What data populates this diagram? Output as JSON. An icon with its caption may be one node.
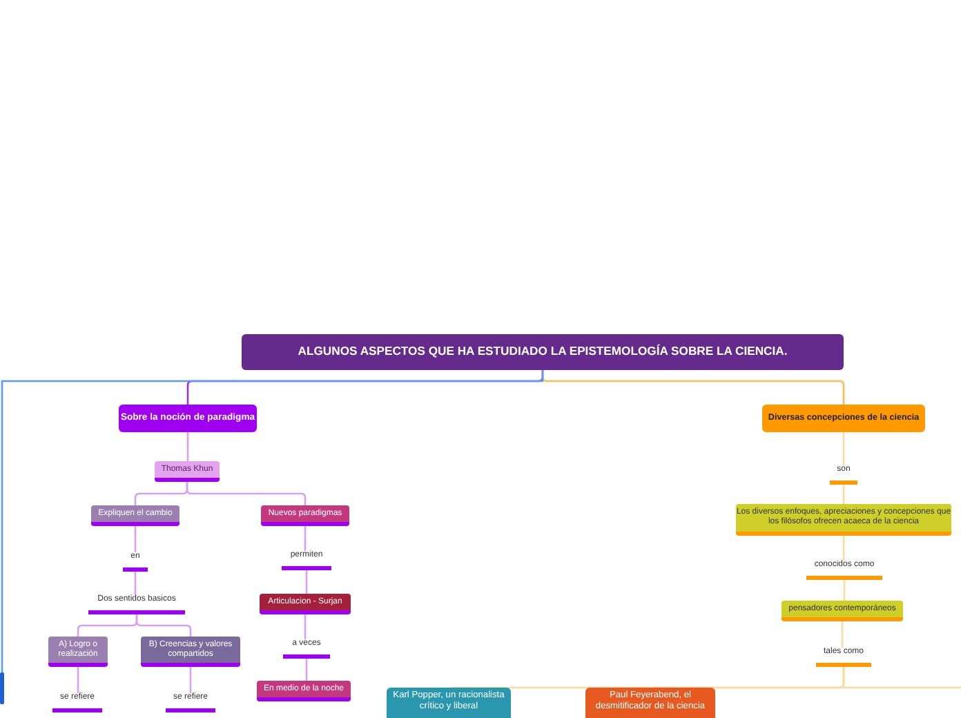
{
  "diagram": {
    "nodes": [
      {
        "text": [
          "ALGUNOS ASPECTOS QUE HA ESTUDIADO LA EPISTEMOLOGÍA SOBRE LA CIENCIA."
        ]
      },
      {
        "text": [
          "Sobre la noción de paradigma"
        ]
      },
      {
        "text": [
          "Diversas concepciones de la ciencia"
        ]
      },
      {
        "text": [
          "Thomas Khun"
        ]
      },
      {
        "text": [
          "Expliquen el cambio"
        ]
      },
      {
        "text": [
          "Nuevos paradigmas"
        ]
      },
      {
        "text": [
          "en"
        ]
      },
      {
        "text": [
          "permiten"
        ]
      },
      {
        "text": [
          "Dos sentidos basicos"
        ]
      },
      {
        "text": [
          "Articulacion - Surjan"
        ]
      },
      {
        "text": [
          "A) Logro o realización"
        ]
      },
      {
        "text": [
          "B) Creencias y valores compartidos"
        ]
      },
      {
        "text": [
          "a veces"
        ]
      },
      {
        "text": [
          "se refiere"
        ]
      },
      {
        "text": [
          "se refiere"
        ]
      },
      {
        "text": [
          "En medio de la noche"
        ]
      },
      {
        "text": [
          "son"
        ]
      },
      {
        "text": [
          "Los diversos enfoques, apreciaciones y concepciones que los filósofos ofrecen acaeca de la ciencia"
        ]
      },
      {
        "text": [
          "conocidos como"
        ]
      },
      {
        "text": [
          "pensadores contemporáneos"
        ]
      },
      {
        "text": [
          "tales como"
        ]
      },
      {
        "text": [
          "Karl Popper, un racionalista crítico y liberal"
        ]
      },
      {
        "text": [
          "Paul Feyerabend, el desmitificador de la ciencia"
        ]
      },
      {
        "text": [],
        "shape": "box"
      }
    ],
    "edges": [
      {
        "from": 0,
        "to": 1,
        "arrow": "none",
        "color": "#9b30f5"
      },
      {
        "from": 0,
        "to": 2,
        "arrow": "none",
        "color": "#ffbb55"
      },
      {
        "from": 0,
        "to": 23,
        "arrow": "none",
        "color": "#5b9bf5"
      },
      {
        "from": 1,
        "to": 3,
        "arrow": "none"
      },
      {
        "from": 3,
        "to": 4,
        "arrow": "none"
      },
      {
        "from": 3,
        "to": 5,
        "arrow": "none"
      },
      {
        "from": 4,
        "to": 6,
        "arrow": "none"
      },
      {
        "from": 5,
        "to": 7,
        "arrow": "none"
      },
      {
        "from": 6,
        "to": 8,
        "arrow": "none"
      },
      {
        "from": 7,
        "to": 9,
        "arrow": "none"
      },
      {
        "from": 8,
        "to": 10,
        "arrow": "none"
      },
      {
        "from": 8,
        "to": 11,
        "arrow": "none"
      },
      {
        "from": 9,
        "to": 12,
        "arrow": "none"
      },
      {
        "from": 10,
        "to": 13,
        "arrow": "none"
      },
      {
        "from": 11,
        "to": 14,
        "arrow": "none"
      },
      {
        "from": 12,
        "to": 15,
        "arrow": "none"
      },
      {
        "from": 2,
        "to": 16,
        "arrow": "none",
        "color": "#ffd9a0"
      },
      {
        "from": 16,
        "to": 17,
        "arrow": "none",
        "color": "#ffd9a0"
      },
      {
        "from": 17,
        "to": 18,
        "arrow": "none",
        "color": "#ffd9a0"
      },
      {
        "from": 18,
        "to": 19,
        "arrow": "none",
        "color": "#ffd9a0"
      },
      {
        "from": 19,
        "to": 20,
        "arrow": "none",
        "color": "#ffd9a0"
      },
      {
        "from": 20,
        "to": 21,
        "arrow": "none",
        "color": "#ffd9a0"
      },
      {
        "from": 20,
        "to": 22,
        "arrow": "none",
        "color": "#ffd9a0"
      },
      {
        "from": 20,
        "to": null,
        "arrow": "none",
        "color": "#ffd9a0"
      }
    ]
  }
}
